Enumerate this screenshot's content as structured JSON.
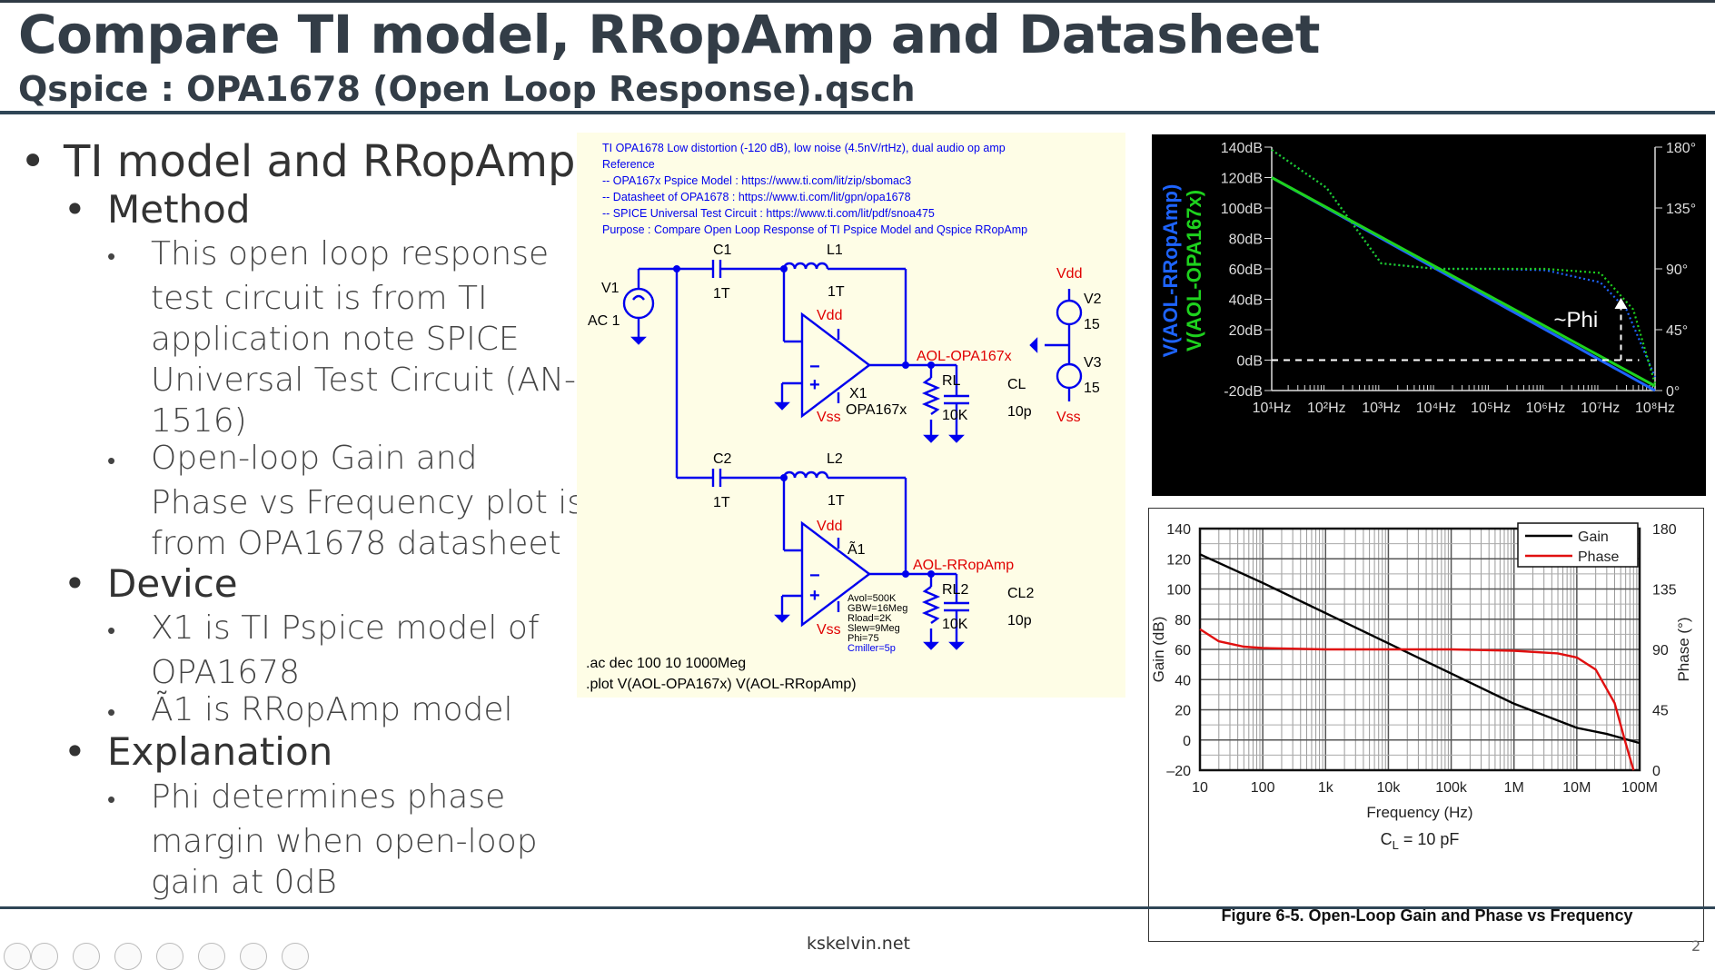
{
  "slide": {
    "title": "Compare TI model, RRopAmp and Datasheet",
    "subtitle": "Qspice : OPA1678 (Open Loop Response).qsch",
    "footer": "kskelvin.net",
    "slide_number": "2"
  },
  "bullets": {
    "b1_a": "TI model and RRopAmp",
    "b2_method": "Method",
    "b3_method_1": [
      "This open loop response",
      "test circuit is from TI",
      "application note SPICE",
      "Universal Test Circuit (AN-",
      "1516)"
    ],
    "b3_method_2": [
      "Open-loop Gain and",
      "Phase vs Frequency plot is",
      "from OPA1678 datasheet"
    ],
    "b2_device": "Device",
    "b3_device_1": [
      "X1 is TI Pspice model of",
      "OPA1678"
    ],
    "b3_device_2": [
      "Ã1 is RRopAmp model"
    ],
    "b2_explanation": "Explanation",
    "b3_explanation_1": [
      "Phi determines phase",
      "margin when open-loop",
      "gain at 0dB"
    ]
  },
  "schematic": {
    "comment_lines": [
      "TI OPA1678 Low distortion (-120 dB), low noise (4.5nV/rtHz), dual audio op amp",
      "Reference",
      " -- OPA167x Pspice Model : https://www.ti.com/lit/zip/sbomac3",
      " -- Datasheet of OPA1678 : https://www.ti.com/lit/gpn/opa1678",
      " -- SPICE Universal Test Circuit : https://www.ti.com/lit/pdf/snoa475",
      "Purpose : Compare Open Loop Response of TI Pspice Model and Qspice RRopAmp"
    ],
    "labels": {
      "v1": "V1",
      "ac1": "AC 1",
      "c1": "C1",
      "c1v": "1T",
      "l1": "L1",
      "l1v": "1T",
      "c2": "C2",
      "c2v": "1T",
      "l2": "L2",
      "l2v": "1T",
      "vdd": "Vdd",
      "vss": "Vss",
      "x1": "X1",
      "x1model": "OPA167x",
      "a1": "Ã1",
      "net1": "AOL-OPA167x",
      "net2": "AOL-RRopAmp",
      "rl": "RL",
      "rlv": "10K",
      "cl": "CL",
      "clv": "10p",
      "rl2": "RL2",
      "rl2v": "10K",
      "cl2": "CL2",
      "cl2v": "10p",
      "v2": "V2",
      "v2v": "15",
      "v3": "V3",
      "v3v": "15",
      "params": [
        "Avol=500K",
        "GBW=16Meg",
        "Rload=2K",
        "Slew=9Meg",
        "Phi=75"
      ],
      "cmiller": "Cmiller=5p",
      "ac_cmd": ".ac dec 100 10 1000Meg",
      "plot_cmd": ".plot V(AOL-OPA167x) V(AOL-RRopAmp)"
    }
  },
  "colors": {
    "schematic_wire": "#0000ee",
    "schematic_red": "#e00000",
    "plot_blue": "#1e64ff",
    "plot_green": "#1ed21e",
    "datasheet_gain": "#000000",
    "datasheet_phase": "#e01010"
  },
  "chart_data": [
    {
      "type": "line",
      "title": "",
      "xscale": "log",
      "xlim": [
        10,
        100000000
      ],
      "x_tick_labels": [
        "10¹Hz",
        "10²Hz",
        "10³Hz",
        "10⁴Hz",
        "10⁵Hz",
        "10⁶Hz",
        "10⁷Hz",
        "10⁸Hz"
      ],
      "ylim_left": [
        -20,
        140
      ],
      "y_tick_labels_left": [
        "140dB",
        "120dB",
        "100dB",
        "80dB",
        "60dB",
        "40dB",
        "20dB",
        "0dB",
        "-20dB"
      ],
      "ylim_right": [
        0,
        180
      ],
      "y_tick_labels_right": [
        "180°",
        "135°",
        "90°",
        "45°",
        "0°"
      ],
      "ylabels": [
        "V(AOL-RRopAmp)",
        "V(AOL-OPA167x)"
      ],
      "annotation": "~Phi",
      "series": [
        {
          "name": "V(AOL-RRopAmp)",
          "color": "#1e64ff",
          "gain_db": [
            [
              10,
              120
            ],
            [
              100000000,
              -20
            ]
          ],
          "phase_deg": [
            [
              10,
              178
            ],
            [
              100,
              150
            ],
            [
              1000,
              94
            ],
            [
              10000,
              90
            ],
            [
              100000,
              90
            ],
            [
              1000000,
              89
            ],
            [
              10000000,
              80
            ],
            [
              30000000,
              60
            ],
            [
              100000000,
              10
            ]
          ]
        },
        {
          "name": "V(AOL-OPA167x)",
          "color": "#1ed21e",
          "gain_db": [
            [
              10,
              120
            ],
            [
              100000000,
              -17
            ]
          ],
          "phase_deg": [
            [
              10,
              178
            ],
            [
              100,
              150
            ],
            [
              1000,
              94
            ],
            [
              10000,
              90
            ],
            [
              100000,
              90
            ],
            [
              1000000,
              90
            ],
            [
              10000000,
              87
            ],
            [
              40000000,
              60
            ],
            [
              100000000,
              5
            ]
          ]
        }
      ]
    },
    {
      "type": "line",
      "title": "Figure 6-5. Open-Loop Gain and Phase vs Frequency",
      "xscale": "log",
      "xlim": [
        10,
        100000000
      ],
      "x_tick_labels": [
        "10",
        "100",
        "1k",
        "10k",
        "100k",
        "1M",
        "10M",
        "100M"
      ],
      "xlabel": "Frequency (Hz)",
      "ylabel": "Gain (dB)",
      "ylabel_right": "Phase (°)",
      "ylim": [
        -20,
        140
      ],
      "y_tick_labels": [
        "140",
        "120",
        "100",
        "80",
        "60",
        "40",
        "20",
        "0",
        "–20"
      ],
      "ylim_right": [
        0,
        180
      ],
      "y_tick_labels_right": [
        "180",
        "135",
        "90",
        "45",
        "0"
      ],
      "condition": "C",
      "condition_sub": "L",
      "condition_rest": " = 10 pF",
      "legend": [
        "Gain",
        "Phase"
      ],
      "legend_position": "top-right",
      "series": [
        {
          "name": "Gain",
          "color": "#000000",
          "axis": "left",
          "points": [
            [
              10,
              123
            ],
            [
              100,
              104
            ],
            [
              1000,
              84
            ],
            [
              10000,
              64
            ],
            [
              100000,
              44
            ],
            [
              1000000,
              24
            ],
            [
              10000000,
              8
            ],
            [
              30000000,
              4
            ],
            [
              100000000,
              -2
            ]
          ]
        },
        {
          "name": "Phase",
          "color": "#e01010",
          "axis": "right",
          "points": [
            [
              10,
              105
            ],
            [
              20,
              96
            ],
            [
              50,
              92
            ],
            [
              100,
              91
            ],
            [
              1000,
              90
            ],
            [
              100000,
              90
            ],
            [
              1000000,
              89
            ],
            [
              5000000,
              87
            ],
            [
              10000000,
              84
            ],
            [
              20000000,
              75
            ],
            [
              40000000,
              50
            ],
            [
              60000000,
              20
            ],
            [
              80000000,
              0
            ]
          ]
        }
      ]
    }
  ]
}
